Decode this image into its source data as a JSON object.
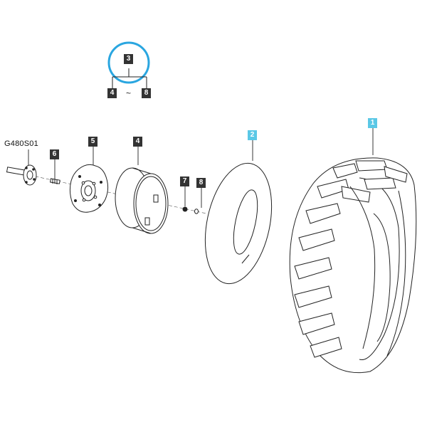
{
  "reference_code": "G480S01",
  "group_callout": {
    "label": "3",
    "range_from": "4",
    "range_separator": "~",
    "range_to": "8",
    "highlight_color": "#2aa6e0"
  },
  "callouts": [
    {
      "id": "c1",
      "label": "1",
      "part": "tire"
    },
    {
      "id": "c2",
      "label": "2",
      "part": "inner-tube"
    },
    {
      "id": "c4",
      "label": "4",
      "part": "rim"
    },
    {
      "id": "c5",
      "label": "5",
      "part": "wheel-disc"
    },
    {
      "id": "c6",
      "label": "6",
      "part": "bolt"
    },
    {
      "id": "c7",
      "label": "7",
      "part": "nut"
    },
    {
      "id": "c8",
      "label": "8",
      "part": "washer"
    }
  ],
  "colors": {
    "callout_dark": "#333333",
    "callout_highlight": "#5bc8e6",
    "line": "#222222"
  }
}
